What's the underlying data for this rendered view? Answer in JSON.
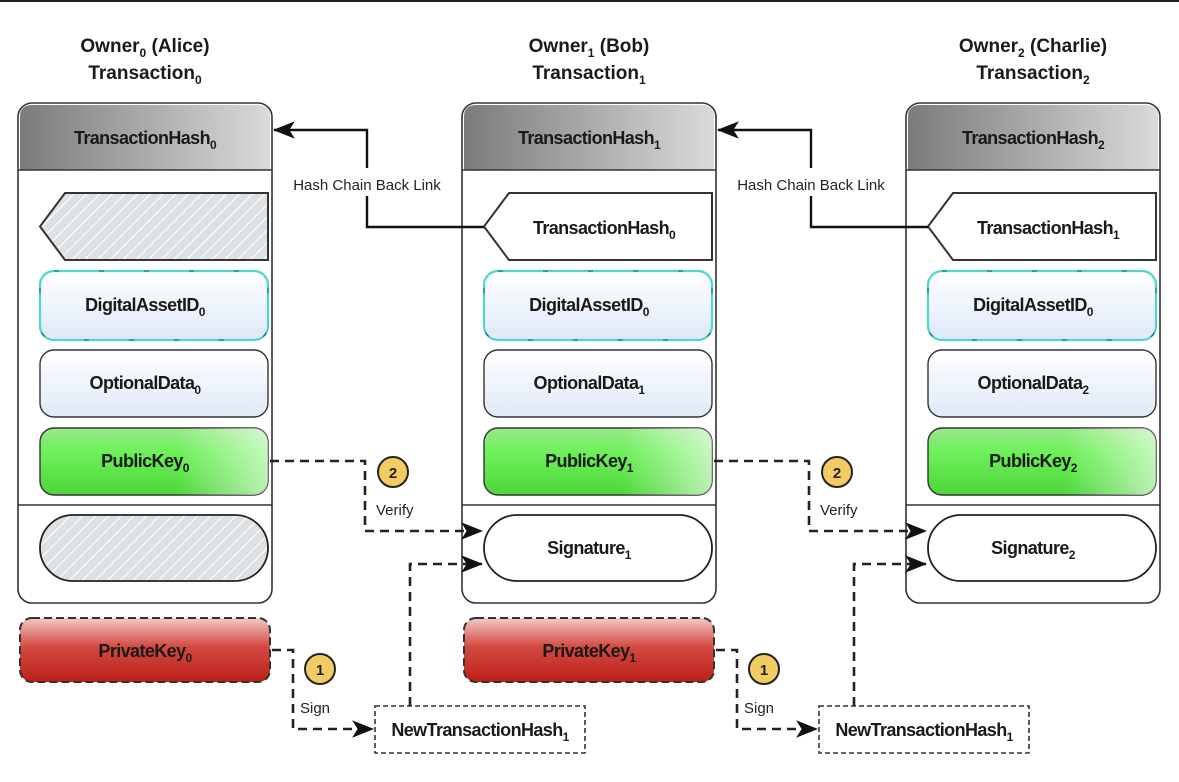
{
  "diagram": {
    "columns": [
      {
        "owner": "Owner",
        "owner_sub": "0",
        "owner_name": "(Alice)",
        "transaction": "Transaction",
        "transaction_sub": "0",
        "header_hash": "TransactionHash",
        "header_hash_sub": "0",
        "prev_hash": "",
        "prev_hash_sub": "",
        "prev_hash_placeholder": true,
        "asset_id": "DigitalAssetID",
        "asset_id_sub": "0",
        "optional_data": "OptionalData",
        "optional_data_sub": "0",
        "public_key": "PublicKey",
        "public_key_sub": "0",
        "signature": "",
        "signature_sub": "",
        "signature_placeholder": true,
        "private_key": "PrivateKey",
        "private_key_sub": "0"
      },
      {
        "owner": "Owner",
        "owner_sub": "1",
        "owner_name": "(Bob)",
        "transaction": "Transaction",
        "transaction_sub": "1",
        "header_hash": "TransactionHash",
        "header_hash_sub": "1",
        "prev_hash": "TransactionHash",
        "prev_hash_sub": "0",
        "prev_hash_placeholder": false,
        "asset_id": "DigitalAssetID",
        "asset_id_sub": "0",
        "optional_data": "OptionalData",
        "optional_data_sub": "1",
        "public_key": "PublicKey",
        "public_key_sub": "1",
        "signature": "Signature",
        "signature_sub": "1",
        "signature_placeholder": false,
        "private_key": "PrivateKey",
        "private_key_sub": "1"
      },
      {
        "owner": "Owner",
        "owner_sub": "2",
        "owner_name": "(Charlie)",
        "transaction": "Transaction",
        "transaction_sub": "2",
        "header_hash": "TransactionHash",
        "header_hash_sub": "2",
        "prev_hash": "TransactionHash",
        "prev_hash_sub": "1",
        "prev_hash_placeholder": false,
        "asset_id": "DigitalAssetID",
        "asset_id_sub": "0",
        "optional_data": "OptionalData",
        "optional_data_sub": "2",
        "public_key": "PublicKey",
        "public_key_sub": "2",
        "signature": "Signature",
        "signature_sub": "2",
        "signature_placeholder": false,
        "private_key": null
      }
    ],
    "links": [
      {
        "back_link_label": "Hash Chain Back Link",
        "sign_step": "1",
        "sign_label": "Sign",
        "verify_step": "2",
        "verify_label": "Verify",
        "new_hash": "NewTransactionHash",
        "new_hash_sub": "1"
      },
      {
        "back_link_label": "Hash Chain Back Link",
        "sign_step": "1",
        "sign_label": "Sign",
        "verify_step": "2",
        "verify_label": "Verify",
        "new_hash": "NewTransactionHash",
        "new_hash_sub": "1"
      }
    ],
    "colors": {
      "public_key": "#5ee84a",
      "private_key": "#c42a22",
      "asset_id_border": "#4fd6cc",
      "badge": "#f2cb63",
      "header_dark": "#7a7a7a",
      "header_light": "#d6d6d6"
    }
  }
}
